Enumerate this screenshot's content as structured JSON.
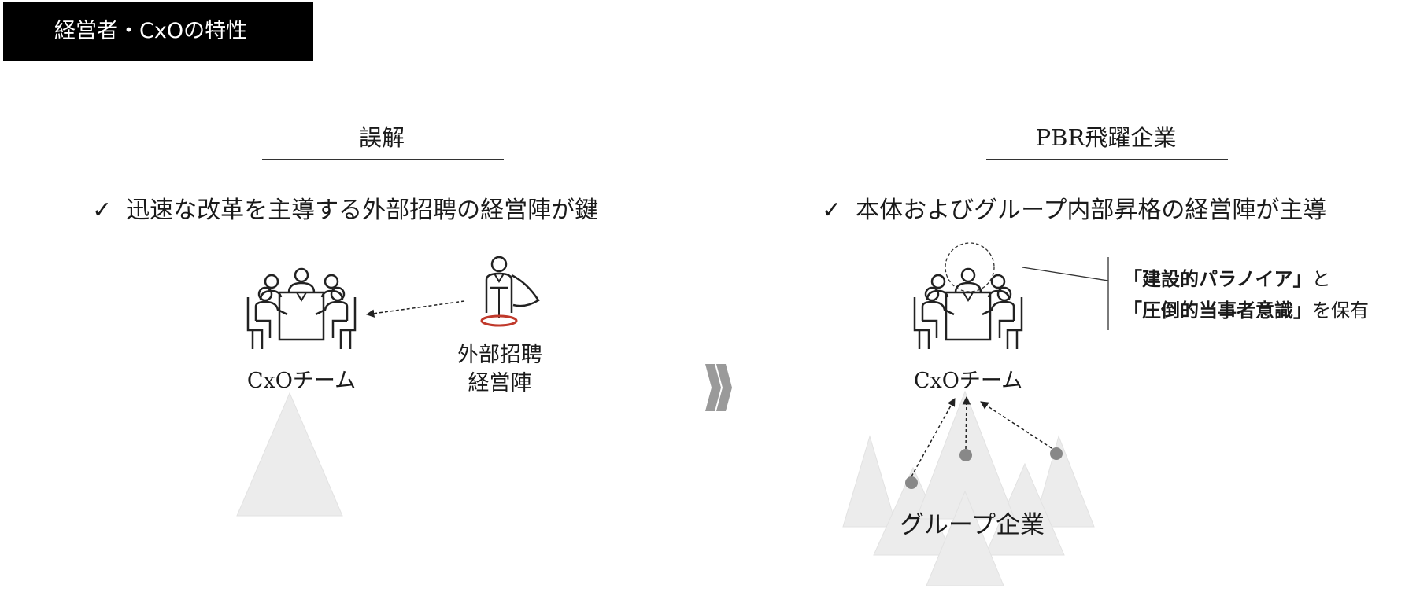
{
  "header": {
    "tag": "経営者・CxOの特性"
  },
  "left": {
    "heading": "誤解",
    "point": "迅速な改革を主導する外部招聘の経営陣が鍵",
    "team_label": "CxOチーム",
    "external_line1": "外部招聘",
    "external_line2": "経営陣"
  },
  "right": {
    "heading": "PBR飛躍企業",
    "point": "本体およびグループ内部昇格の経営陣が主導",
    "team_label": "CxOチーム",
    "group_label": "グループ企業",
    "quote_line1_bold": "「建設的パラノイア」",
    "quote_line1_rest": "と",
    "quote_line2_bold": "「圧倒的当事者意識」",
    "quote_line2_rest": "を保有"
  },
  "check_mark": "✓",
  "icons": [
    "meeting-table-icon",
    "executive-hero-icon",
    "chevron-double-right-icon"
  ],
  "colors": {
    "accent_red": "#c0392b",
    "triangle": "#ececec",
    "dot": "#888888"
  }
}
